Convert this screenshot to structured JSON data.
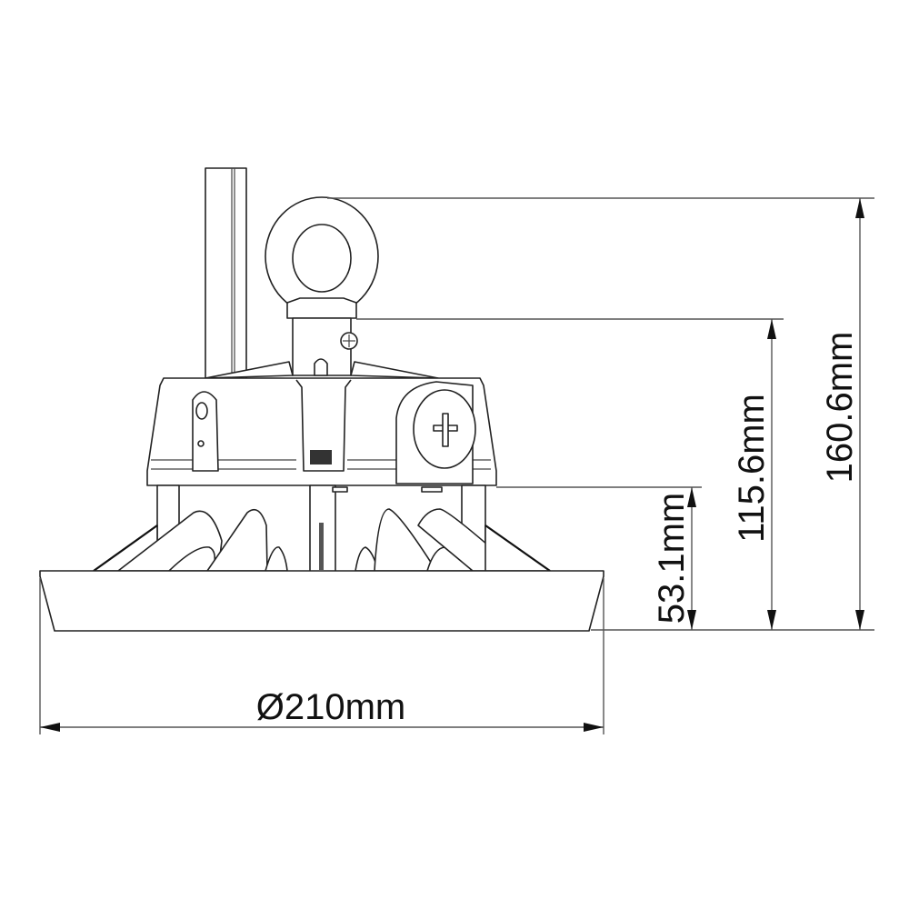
{
  "drawing": {
    "title": "High bay light side view dimension drawing",
    "background": "#ffffff",
    "line_color": "#222222"
  },
  "dimensions": {
    "diameter": {
      "label": "Ø210mm",
      "value_mm": 210,
      "orientation": "horizontal"
    },
    "height_base": {
      "label": "53.1mm",
      "value_mm": 53.1,
      "orientation": "vertical"
    },
    "height_to_eyebolt_base": {
      "label": "115.6mm",
      "value_mm": 115.6,
      "orientation": "vertical"
    },
    "height_total": {
      "label": "160.6mm",
      "value_mm": 160.6,
      "orientation": "vertical"
    }
  },
  "parts": [
    {
      "name": "eye-bolt",
      "type": "ring"
    },
    {
      "name": "mounting-pole",
      "type": "bar"
    },
    {
      "name": "driver-housing",
      "type": "body"
    },
    {
      "name": "cable-gland",
      "type": "screw-cap"
    },
    {
      "name": "heat-sink-fins",
      "type": "fins"
    },
    {
      "name": "lens-base",
      "type": "disc"
    }
  ]
}
